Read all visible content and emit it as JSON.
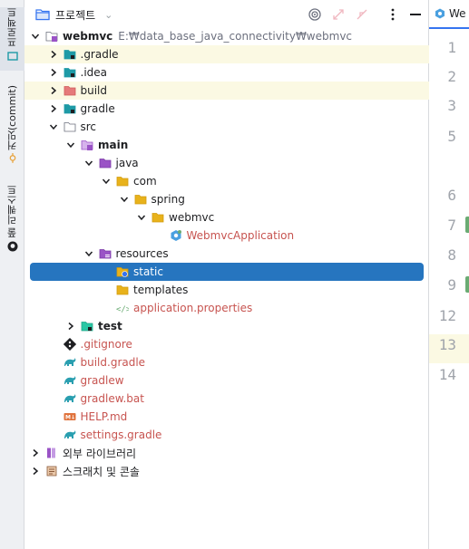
{
  "strip": {
    "tabs": [
      {
        "label": "프로젝트",
        "active": true
      },
      {
        "label": "커밋(commit)"
      },
      {
        "label": "풀 리퀘스트"
      }
    ]
  },
  "panel": {
    "title": "프로젝트",
    "chevron": "⌄"
  },
  "tree": [
    {
      "label": "webmvc",
      "path": "E:₩data_base_java_connectivity₩webmvc",
      "depth": 0,
      "arrow": "down",
      "icon": "module-folder-icon",
      "bold": true
    },
    {
      "label": ".gradle",
      "depth": 1,
      "arrow": "right",
      "icon": "folder-icon-teal",
      "hl": true
    },
    {
      "label": ".idea",
      "depth": 1,
      "arrow": "right",
      "icon": "folder-icon-teal"
    },
    {
      "label": "build",
      "depth": 1,
      "arrow": "right",
      "icon": "folder-icon-red",
      "hl": true
    },
    {
      "label": "gradle",
      "depth": 1,
      "arrow": "right",
      "icon": "folder-icon-teal"
    },
    {
      "label": "src",
      "depth": 1,
      "arrow": "down",
      "icon": "folder-icon-plain"
    },
    {
      "label": "main",
      "depth": 2,
      "arrow": "down",
      "icon": "folder-icon-main",
      "bold": true
    },
    {
      "label": "java",
      "depth": 3,
      "arrow": "down",
      "icon": "folder-icon-source"
    },
    {
      "label": "com",
      "depth": 4,
      "arrow": "down",
      "icon": "folder-icon-package"
    },
    {
      "label": "spring",
      "depth": 5,
      "arrow": "down",
      "icon": "folder-icon-package"
    },
    {
      "label": "webmvc",
      "depth": 6,
      "arrow": "down",
      "icon": "folder-icon-package"
    },
    {
      "label": "WebmvcApplication",
      "depth": 7,
      "icon": "spring-class-icon",
      "red": true
    },
    {
      "label": "resources",
      "depth": 3,
      "arrow": "down",
      "icon": "folder-icon-resources"
    },
    {
      "label": "static",
      "depth": 4,
      "icon": "web-folder-icon",
      "sel": true
    },
    {
      "label": "templates",
      "depth": 4,
      "icon": "folder-icon-package"
    },
    {
      "label": "application.properties",
      "depth": 4,
      "icon": "properties-icon",
      "red": true
    },
    {
      "label": "test",
      "depth": 2,
      "arrow": "right",
      "icon": "folder-icon-test",
      "bold": true
    },
    {
      "label": ".gitignore",
      "depth": 1,
      "icon": "git-icon",
      "red": true
    },
    {
      "label": "build.gradle",
      "depth": 1,
      "icon": "gradle-icon",
      "red": true
    },
    {
      "label": "gradlew",
      "depth": 1,
      "icon": "gradle-icon",
      "red": true
    },
    {
      "label": "gradlew.bat",
      "depth": 1,
      "icon": "gradle-icon",
      "red": true
    },
    {
      "label": "HELP.md",
      "depth": 1,
      "icon": "markdown-icon",
      "red": true
    },
    {
      "label": "settings.gradle",
      "depth": 1,
      "icon": "gradle-icon",
      "red": true
    },
    {
      "label": "외부 라이브러리",
      "depth": 0,
      "arrow": "right",
      "icon": "library-icon"
    },
    {
      "label": "스크래치 및 콘솔",
      "depth": 0,
      "arrow": "right",
      "icon": "scratch-icon"
    }
  ],
  "editor": {
    "tab_label": "We",
    "lines": [
      {
        "n": "1"
      },
      {
        "n": "2"
      },
      {
        "n": "3"
      },
      {
        "n": "5"
      },
      {
        "n": "6"
      },
      {
        "n": "7",
        "mark": true
      },
      {
        "n": "8"
      },
      {
        "n": "9",
        "mark": true
      },
      {
        "n": "12"
      },
      {
        "n": "13",
        "hl": true
      },
      {
        "n": "14"
      }
    ]
  },
  "colors": {
    "selection": "#2675bf",
    "highlight_row": "#fbf9e3",
    "unversioned_text": "#c75450",
    "folder_yellow": "#e8b21b",
    "folder_teal": "#1e9aa6",
    "folder_purple": "#9a53c6"
  }
}
